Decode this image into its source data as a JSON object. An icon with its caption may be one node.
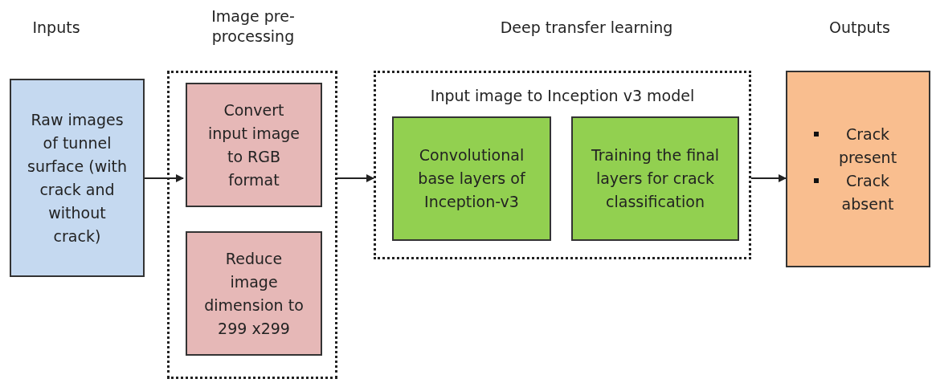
{
  "diagram": {
    "nodes": [
      {
        "text": [
          "Raw images of tunnel surface (with crack and without crack)"
        ]
      },
      {
        "text": [],
        "shape": "box"
      },
      {
        "text": [
          "Convert input image  to RGB format"
        ],
        "in": 1
      },
      {
        "text": [
          "Reduce image dimension to 299 x299"
        ],
        "in": 1
      },
      {
        "text": [
          "Input image to Inception v3 model"
        ]
      },
      {
        "text": [
          "Convolutional base layers of Inception-v3"
        ],
        "in": 4
      },
      {
        "text": [
          "Training the final  layers for crack classification"
        ],
        "in": 4
      },
      {
        "text": [
          "Crack present",
          "Crack absent"
        ]
      }
    ],
    "edges": [
      {
        "from": 0,
        "to": 2,
        "arrow": "to"
      },
      {
        "from": 1,
        "to": 4,
        "arrow": "to"
      },
      {
        "from": 4,
        "to": 7,
        "arrow": "to"
      }
    ],
    "labels": [
      "Inputs",
      "Image pre-processing",
      "Deep transfer learning",
      "Outputs"
    ]
  }
}
